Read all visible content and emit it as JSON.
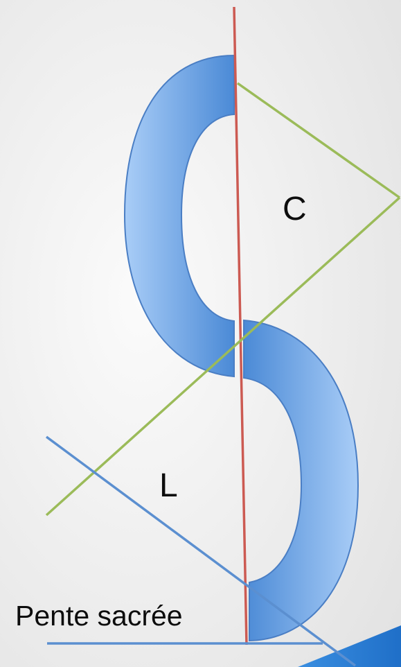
{
  "labels": {
    "cervical": "C",
    "lumbar": "L",
    "sacral_slope": "Pente sacrée"
  },
  "colors": {
    "background": "#ededed",
    "spine_fill": "#6fa9ea",
    "spine_stroke": "#4a7ec4",
    "vertical_axis": "#cc5a52",
    "green_lines": "#9bbb59",
    "blue_lines": "#5b8fd0",
    "corner_accent": "#2a7fd8"
  }
}
